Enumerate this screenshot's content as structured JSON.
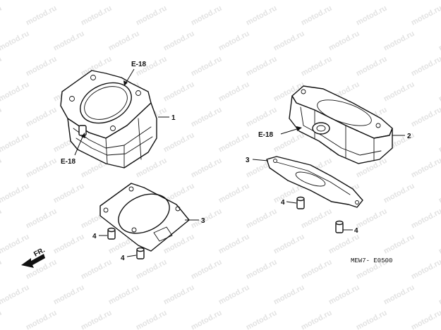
{
  "watermark": "motod.ru",
  "callouts": {
    "e18_top": "E-18",
    "e18_left": "E-18",
    "e18_right": "E-18",
    "part_1": "1",
    "part_2": "2",
    "part_3_left": "3",
    "part_3_right": "3",
    "part_4_left_a": "4",
    "part_4_left_b": "4",
    "part_4_right_a": "4",
    "part_4_right_b": "4"
  },
  "front_arrow_label": "FR.",
  "diagram_code": "MEW7- E0500"
}
